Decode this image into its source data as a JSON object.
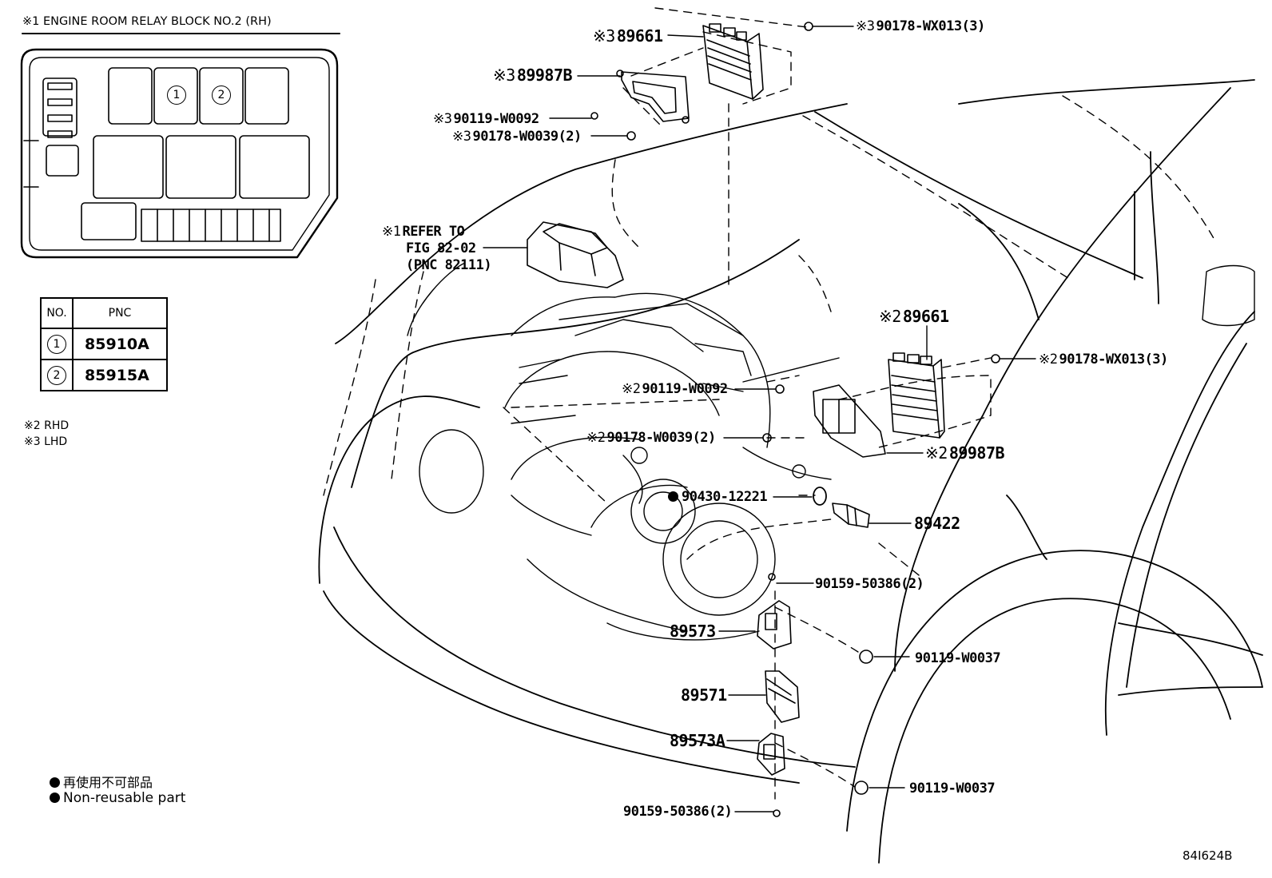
{
  "relay_block": {
    "title_mark": "※1",
    "title": "ENGINE ROOM RELAY BLOCK NO.2 (RH)",
    "slot_1": "1",
    "slot_2": "2"
  },
  "pnc_table": {
    "header_no": "NO.",
    "header_pnc": "PNC",
    "rows": [
      {
        "no": "1",
        "pnc": "85910A"
      },
      {
        "no": "2",
        "pnc": "85915A"
      }
    ]
  },
  "notes": {
    "rhd": "※2 RHD",
    "lhd": "※3 LHD"
  },
  "legend": {
    "line1": "再使用不可部品",
    "line2": "Non-reusable part"
  },
  "callouts": {
    "c1": {
      "mark": "※3",
      "part": "89661"
    },
    "c2": {
      "mark": "※3",
      "part": "90178-WX013(3)"
    },
    "c3": {
      "mark": "※3",
      "part": "89987B"
    },
    "c4": {
      "mark": "※3",
      "part": "90119-W0092"
    },
    "c5": {
      "mark": "※3",
      "part": "90178-W0039(2)"
    },
    "c6": {
      "mark": "※1",
      "line1": "REFER TO",
      "line2": "FIG 82-02",
      "line3": "(PNC 82111)"
    },
    "c7": {
      "mark": "※2",
      "part": "89661"
    },
    "c8": {
      "mark": "※2",
      "part": "90178-WX013(3)"
    },
    "c9": {
      "mark": "※2",
      "part": "90119-W0092"
    },
    "c10": {
      "mark": "※2",
      "part": "90178-W0039(2)"
    },
    "c11": {
      "mark": "※2",
      "part": "89987B"
    },
    "c12": {
      "part": "90430-12221"
    },
    "c13": {
      "part": "89422"
    },
    "c14": {
      "part": "90159-50386(2)"
    },
    "c15": {
      "part": "89573"
    },
    "c16": {
      "part": "90119-W0037"
    },
    "c17": {
      "part": "89571"
    },
    "c18": {
      "part": "89573A"
    },
    "c19": {
      "part": "90119-W0037"
    },
    "c20": {
      "part": "90159-50386(2)"
    }
  },
  "figure_id": "84I624B"
}
